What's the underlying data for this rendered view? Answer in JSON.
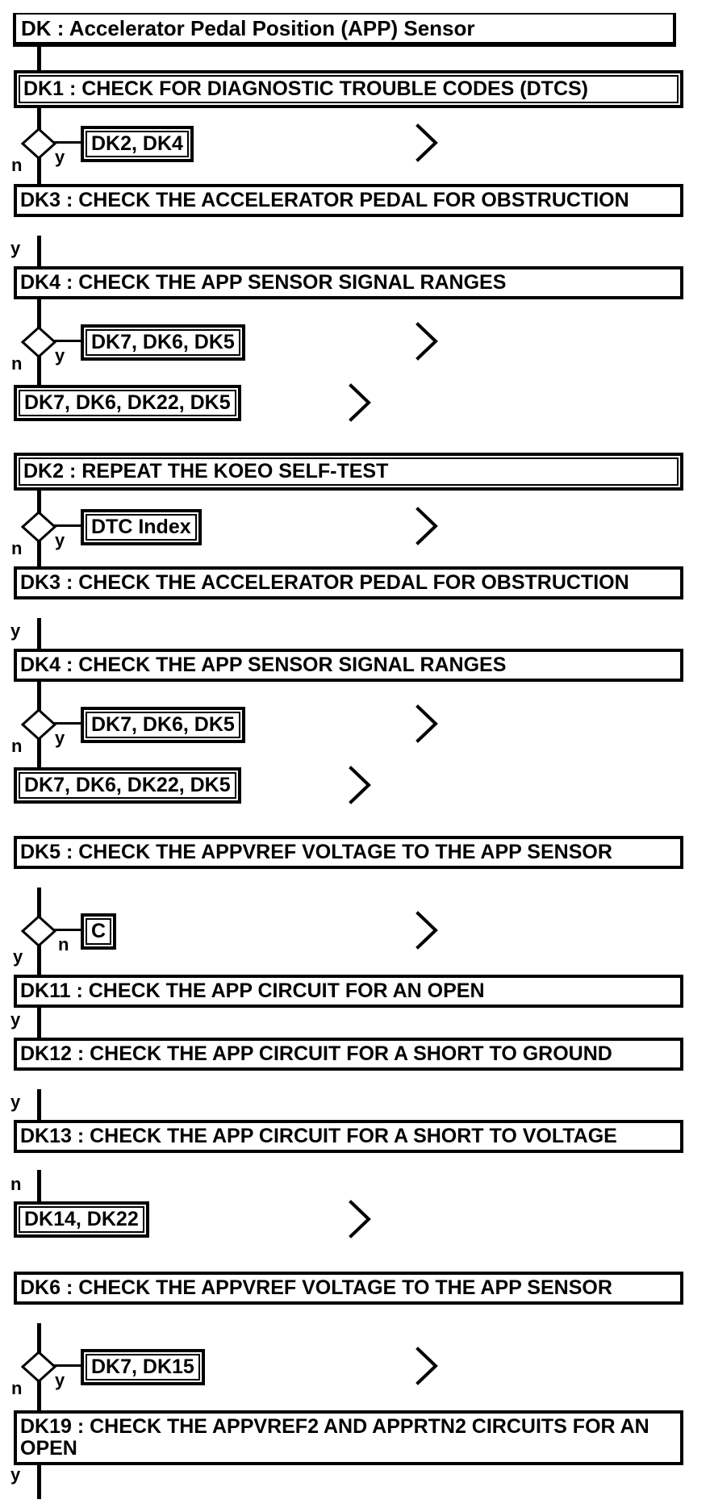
{
  "page": {
    "background": "#ffffff",
    "ink": "#000000"
  },
  "title": {
    "text": "DK : Accelerator Pedal Position (APP) Sensor"
  },
  "branch_labels": {
    "yes": "y",
    "no": "n"
  },
  "nodes": {
    "dk1": "DK1 : CHECK FOR DIAGNOSTIC TROUBLE CODES (DTCS)",
    "jump_dk2_dk4": "DK2, DK4",
    "dk3_first": "DK3 : CHECK THE ACCELERATOR PEDAL FOR OBSTRUCTION",
    "dk4_first": "DK4 : CHECK THE APP SENSOR SIGNAL RANGES",
    "jump_dk7_dk6_dk5_first": "DK7, DK6, DK5",
    "end_first": "DK7, DK6, DK22, DK5",
    "dk2": "DK2 : REPEAT THE KOEO SELF-TEST",
    "jump_dtc_index": "DTC Index",
    "dk3_second": "DK3 : CHECK THE ACCELERATOR PEDAL FOR OBSTRUCTION",
    "dk4_second": "DK4 : CHECK THE APP SENSOR SIGNAL RANGES",
    "jump_dk7_dk6_dk5_second": "DK7, DK6, DK5",
    "end_second": "DK7, DK6, DK22, DK5",
    "dk5": "DK5 : CHECK THE APPVREF VOLTAGE TO THE APP SENSOR",
    "jump_c": "C",
    "dk11": "DK11 : CHECK THE APP CIRCUIT FOR AN OPEN",
    "dk12": "DK12 : CHECK THE APP CIRCUIT FOR A SHORT TO GROUND",
    "dk13": "DK13 : CHECK THE APP CIRCUIT FOR A SHORT TO VOLTAGE",
    "end_third": "DK14, DK22",
    "dk6": "DK6 : CHECK THE APPVREF VOLTAGE TO THE APP SENSOR",
    "jump_dk7_dk15": "DK7, DK15",
    "dk19": "DK19 : CHECK THE APPVREF2 AND APPRTN2 CIRCUITS FOR AN OPEN"
  }
}
